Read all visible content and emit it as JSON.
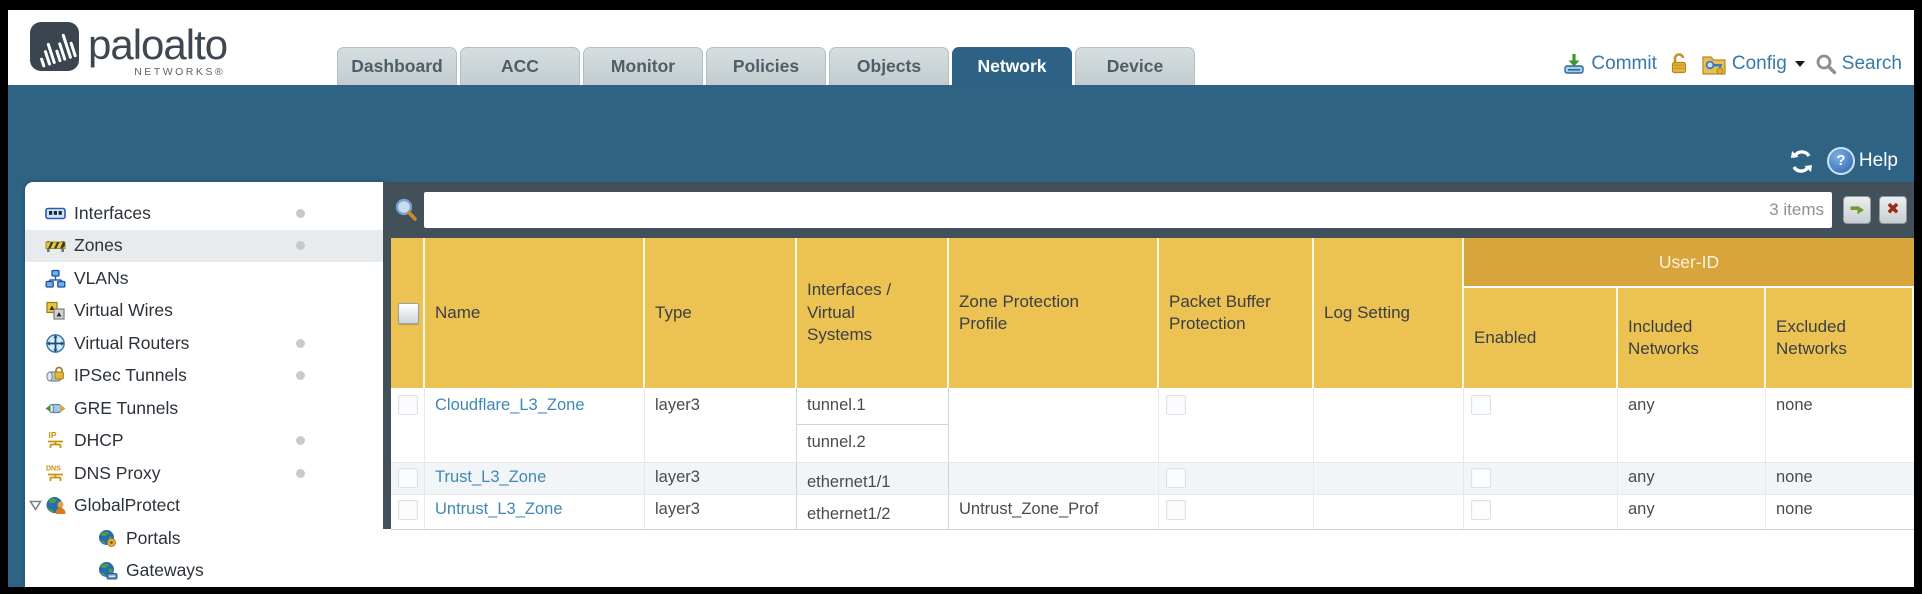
{
  "logo": {
    "brand": "paloalto",
    "sub": "NETWORKS®"
  },
  "tabs": {
    "items": [
      "Dashboard",
      "ACC",
      "Monitor",
      "Policies",
      "Objects",
      "Network",
      "Device"
    ],
    "active_tab": "Network"
  },
  "header_actions": {
    "commit": "Commit",
    "config": "Config",
    "search": "Search"
  },
  "band": {
    "help_label": "Help"
  },
  "sidebar": {
    "items": [
      {
        "label": "Interfaces"
      },
      {
        "label": "Zones"
      },
      {
        "label": "VLANs"
      },
      {
        "label": "Virtual Wires"
      },
      {
        "label": "Virtual Routers"
      },
      {
        "label": "IPSec Tunnels"
      },
      {
        "label": "GRE Tunnels"
      },
      {
        "label": "DHCP"
      },
      {
        "label": "DNS Proxy"
      },
      {
        "label": "GlobalProtect"
      },
      {
        "label": "Portals"
      },
      {
        "label": "Gateways"
      }
    ],
    "selected": "Zones"
  },
  "toolbar": {
    "search_value": "",
    "items_count": "3 items"
  },
  "table": {
    "group_header": "User-ID",
    "columns": [
      "Name",
      "Type",
      "Interfaces / Virtual Systems",
      "Zone Protection Profile",
      "Packet Buffer Protection",
      "Log Setting",
      "Enabled",
      "Included Networks",
      "Excluded Networks"
    ],
    "rows": [
      {
        "name": "Cloudflare_L3_Zone",
        "type": "layer3",
        "interfaces": [
          "tunnel.1",
          "tunnel.2"
        ],
        "zone_protection_profile": "",
        "packet_buffer_protection": false,
        "log_setting": "",
        "enabled": false,
        "included_networks": "any",
        "excluded_networks": "none"
      },
      {
        "name": "Trust_L3_Zone",
        "type": "layer3",
        "interfaces": [
          "ethernet1/1"
        ],
        "zone_protection_profile": "",
        "packet_buffer_protection": false,
        "log_setting": "",
        "enabled": false,
        "included_networks": "any",
        "excluded_networks": "none"
      },
      {
        "name": "Untrust_L3_Zone",
        "type": "layer3",
        "interfaces": [
          "ethernet1/2"
        ],
        "zone_protection_profile": "Untrust_Zone_Prof",
        "packet_buffer_protection": false,
        "log_setting": "",
        "enabled": false,
        "included_networks": "any",
        "excluded_networks": "none"
      }
    ]
  },
  "colors": {
    "teal": "#2e6384",
    "charcoal": "#42505a",
    "header_orange": "#ecc253",
    "user_id_gold": "#d8a43c",
    "link_blue": "#3f88b5"
  }
}
